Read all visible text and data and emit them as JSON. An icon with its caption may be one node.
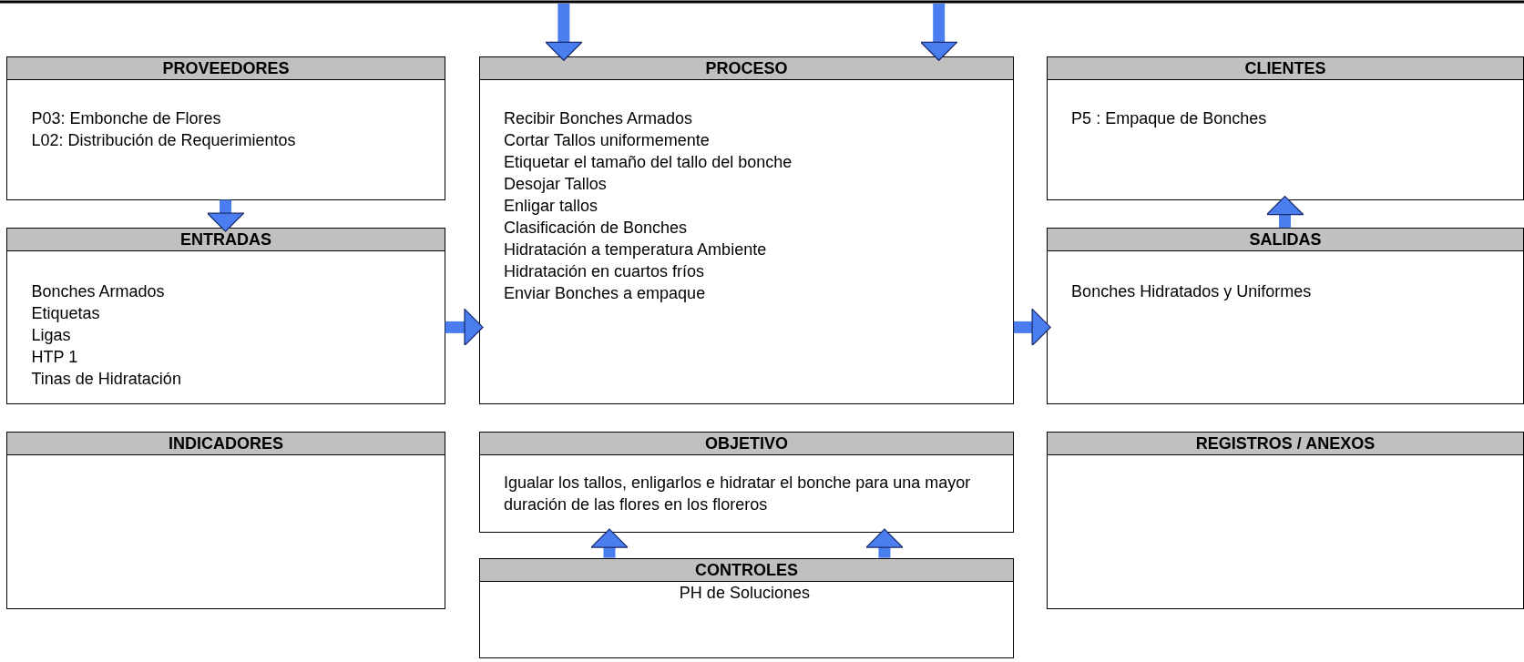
{
  "diagram": {
    "nodes": [
      {
        "text": [
          "PROVEEDORES",
          "P03: Embonche de Flores",
          "L02: Distribución de Requerimientos"
        ]
      },
      {
        "text": [
          "PROCESO",
          "Recibir Bonches Armados",
          "Cortar Tallos uniformemente",
          "Etiquetar el tamaño del tallo del bonche",
          "Desojar Tallos",
          "Enligar tallos",
          "Clasificación de Bonches",
          "Hidratación a temperatura Ambiente",
          "Hidratación en cuartos fríos",
          "Enviar Bonches a empaque"
        ]
      },
      {
        "text": [
          "CLIENTES",
          "P5 : Empaque de Bonches"
        ]
      },
      {
        "text": [
          "ENTRADAS",
          "Bonches Armados",
          "Etiquetas",
          "Ligas",
          "HTP 1",
          "Tinas de Hidratación"
        ]
      },
      {
        "text": [
          "SALIDAS",
          "Bonches Hidratados y Uniformes"
        ]
      },
      {
        "text": [
          "INDICADORES"
        ]
      },
      {
        "text": [
          "OBJETIVO",
          "Igualar los tallos, enligarlos e hidratar el bonche para una mayor duración de las flores en los floreros"
        ]
      },
      {
        "text": [
          "REGISTROS / ANEXOS"
        ]
      },
      {
        "text": [
          "CONTROLES",
          "PH de Soluciones"
        ]
      }
    ],
    "edges": [
      {
        "from": null,
        "to": 1,
        "arrow": "to"
      },
      {
        "from": null,
        "to": 1,
        "arrow": "to"
      },
      {
        "from": 0,
        "to": 3,
        "arrow": "to"
      },
      {
        "from": 3,
        "to": 1,
        "arrow": "to"
      },
      {
        "from": 1,
        "to": 4,
        "arrow": "to"
      },
      {
        "from": 4,
        "to": 2,
        "arrow": "to"
      },
      {
        "from": 8,
        "to": 6,
        "arrow": "to"
      },
      {
        "from": 8,
        "to": 6,
        "arrow": "to"
      }
    ]
  }
}
